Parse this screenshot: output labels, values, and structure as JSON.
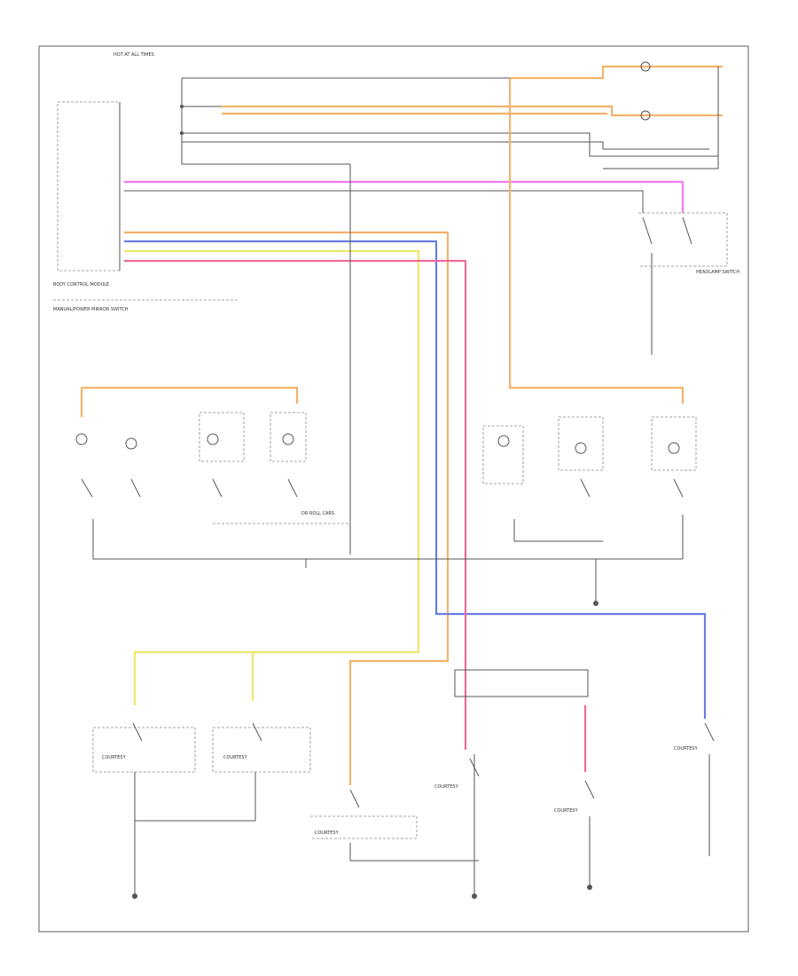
{
  "colors": {
    "orange": "#f5b26b",
    "pink": "#f06a9a",
    "yellow": "#f0e66a",
    "blue": "#6a7de0",
    "magenta": "#f07cf0",
    "black": "#555555",
    "frame": "#666666"
  },
  "labels": {
    "hot_at_all_times": "HOT AT ALL TIMES",
    "body_control_module": "BODY CONTROL MODULE",
    "headlamp_switch": "HEADLAMP SWITCH",
    "courtesy": "COURTESY",
    "dr_roll_cars": "DR ROLL CARS",
    "footnote": "MANUAL/POWER MIRROR SWITCH"
  }
}
